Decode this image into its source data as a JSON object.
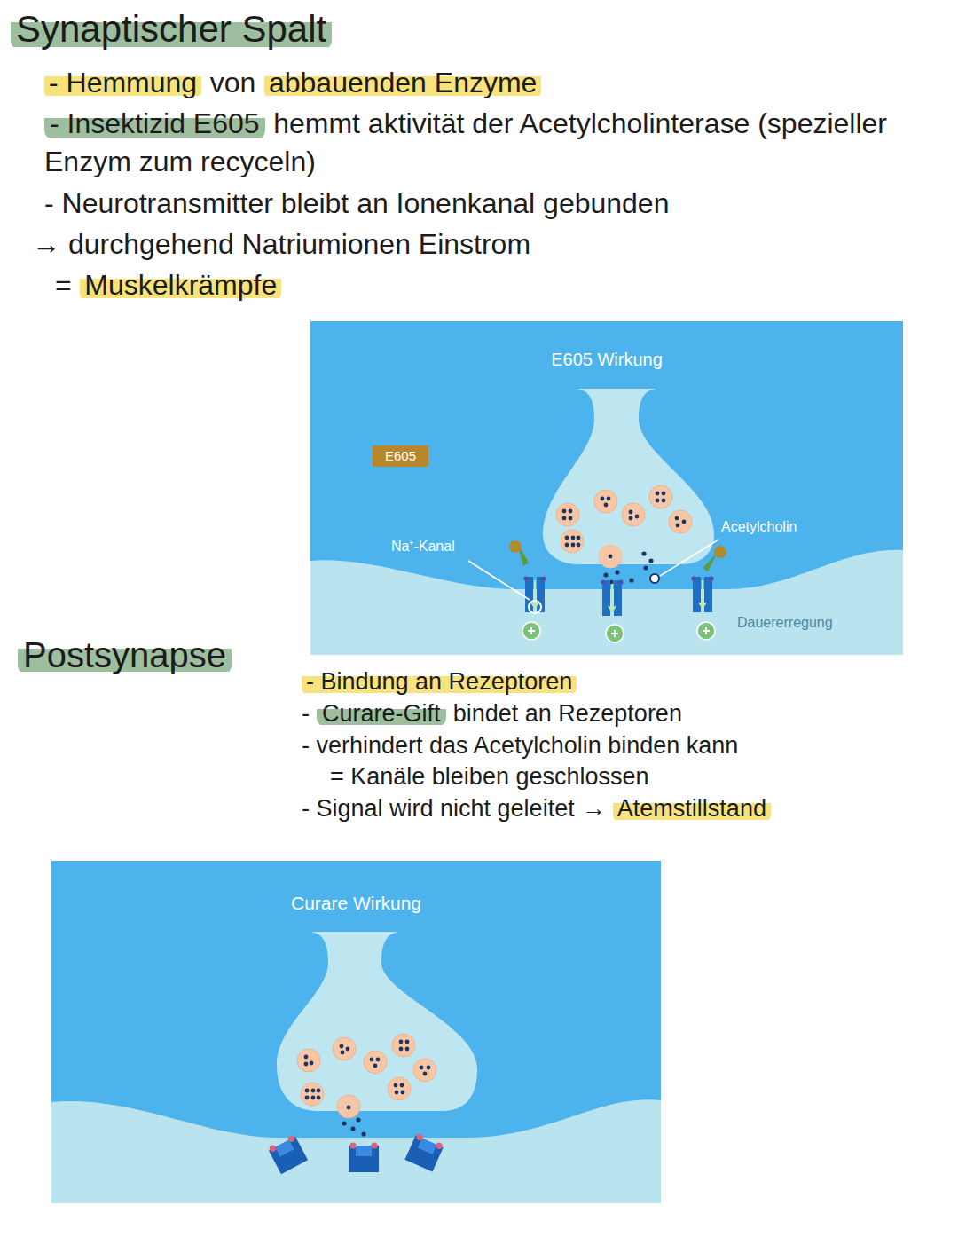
{
  "diagram": {
    "nodes": [
      {
        "text": [
          "E605 Wirkung",
          "Na⁺-Kanal",
          "Acetylcholin",
          "Dauererregung"
        ]
      },
      {
        "text": [
          "E605"
        ],
        "in": 0
      },
      {
        "text": [
          "Curare Wirkung"
        ]
      }
    ],
    "labels": [
      "Synaptischer Spalt",
      "- Hemmung",
      "von",
      "abbauenden Enzyme",
      "- Insektizid E605",
      "hemmt aktivität der Acetylcholinterase (spezieller Enzym zum recyceln)",
      "- Neurotransmitter bleibt an Ionenkanal gebunden",
      "→ durchgehend Natriumionen Einstrom",
      "=",
      "Muskelkrämpfe",
      "Postsynapse",
      "- Bindung an Rezeptoren",
      "-",
      "Curare-Gift",
      "bindet an Rezeptoren",
      "- verhindert das Acetylcholin binden kann",
      "= Kanäle bleiben geschlossen",
      "- Signal wird nicht geleitet",
      "→",
      "Atemstillstand"
    ]
  }
}
